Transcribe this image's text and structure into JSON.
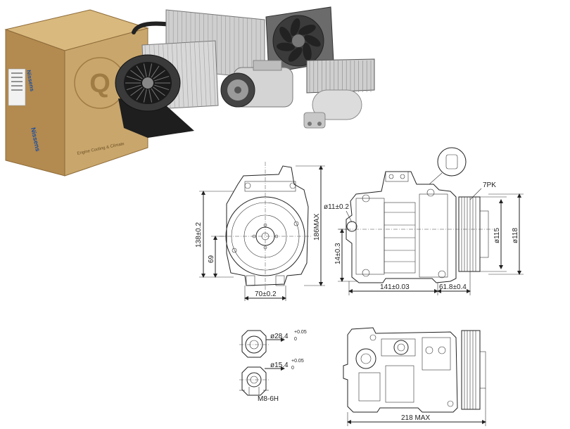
{
  "brand": {
    "box_label_1": "Nissens",
    "box_label_2": "Nissens",
    "box_tagline": "Engine Cooling & Climate"
  },
  "colors": {
    "box_cardboard": "#c9a66b",
    "box_shadow": "#a98550",
    "brand_blue": "#1c4fa0",
    "metal": "#b8b8b8",
    "dark_metal": "#2a2a2a"
  },
  "dimensions": {
    "front_height": "138±0.2",
    "front_max_height": "186MAX",
    "front_mount_height": "69",
    "front_width": "70±0.2",
    "side_hole_dia": "ø11±0.2",
    "side_hole_height": "14±0.3",
    "belt_type": "7PK",
    "pulley_dia_1": "ø115",
    "pulley_dia_2": "ø118",
    "body_length": "141±0.03",
    "pulley_offset": "61.8±0.4",
    "port_1_dia": "ø28.4",
    "port_1_tol_top": "+0.05",
    "port_1_tol_bot": "0",
    "port_2_dia": "ø15.4",
    "port_2_tol_top": "+0.05",
    "port_2_tol_bot": "0",
    "thread": "M8-6H",
    "total_length": "218 MAX"
  }
}
